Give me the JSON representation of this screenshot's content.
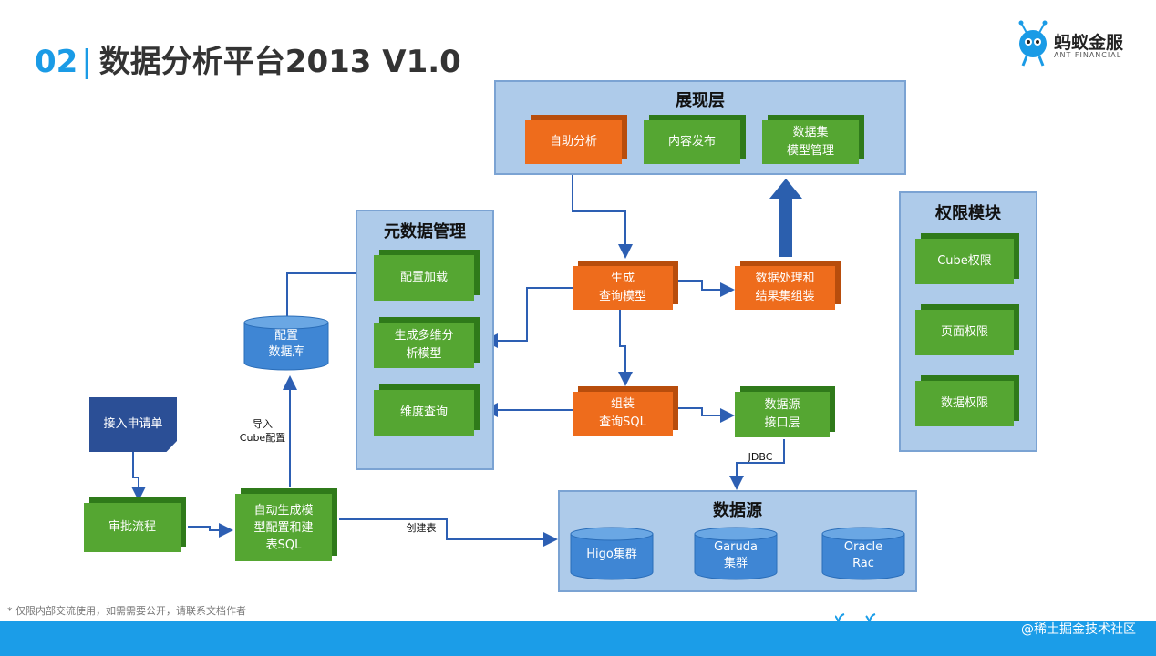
{
  "title": {
    "number": "02",
    "separator": "|",
    "text": "数据分析平台2013 V1.0"
  },
  "logo": {
    "name": "蚂蚁金服",
    "sub": "ANT FINANCIAL"
  },
  "presentation_layer": {
    "title": "展现层",
    "items": [
      "自助分析",
      "内容发布",
      "数据集\n模型管理"
    ]
  },
  "metadata_mgmt": {
    "title": "元数据管理",
    "items": [
      "配置加载",
      "生成多维分\n析模型",
      "维度查询"
    ]
  },
  "permissions": {
    "title": "权限模块",
    "items": [
      "Cube权限",
      "页面权限",
      "数据权限"
    ]
  },
  "core": {
    "query_model": "生成\n查询模型",
    "assemble_sql": "组装\n查询SQL",
    "data_processing": "数据处理和\n结果集组装",
    "datasource_interface": "数据源\n接口层"
  },
  "config_db": "配置\n数据库",
  "flow": {
    "application": "接入申请单",
    "approval": "审批流程",
    "auto_gen": "自动生成模\n型配置和建\n表SQL"
  },
  "labels": {
    "import_cube": "导入\nCube配置",
    "create_table": "创建表",
    "jdbc": "JDBC"
  },
  "datasource": {
    "title": "数据源",
    "items": [
      "Higo集群",
      "Garuda\n集群",
      "Oracle\nRac"
    ]
  },
  "footer": "* 仅限内部交流使用，如需需要公开，请联系文档作者",
  "watermark": "@稀土掘金技术社区",
  "colors": {
    "accent": "#1a9be6",
    "panel": "#aecbea",
    "green": "#55a632",
    "orange": "#ee6c1c",
    "navy": "#2b4f96",
    "arrow": "#2d5fb3"
  }
}
